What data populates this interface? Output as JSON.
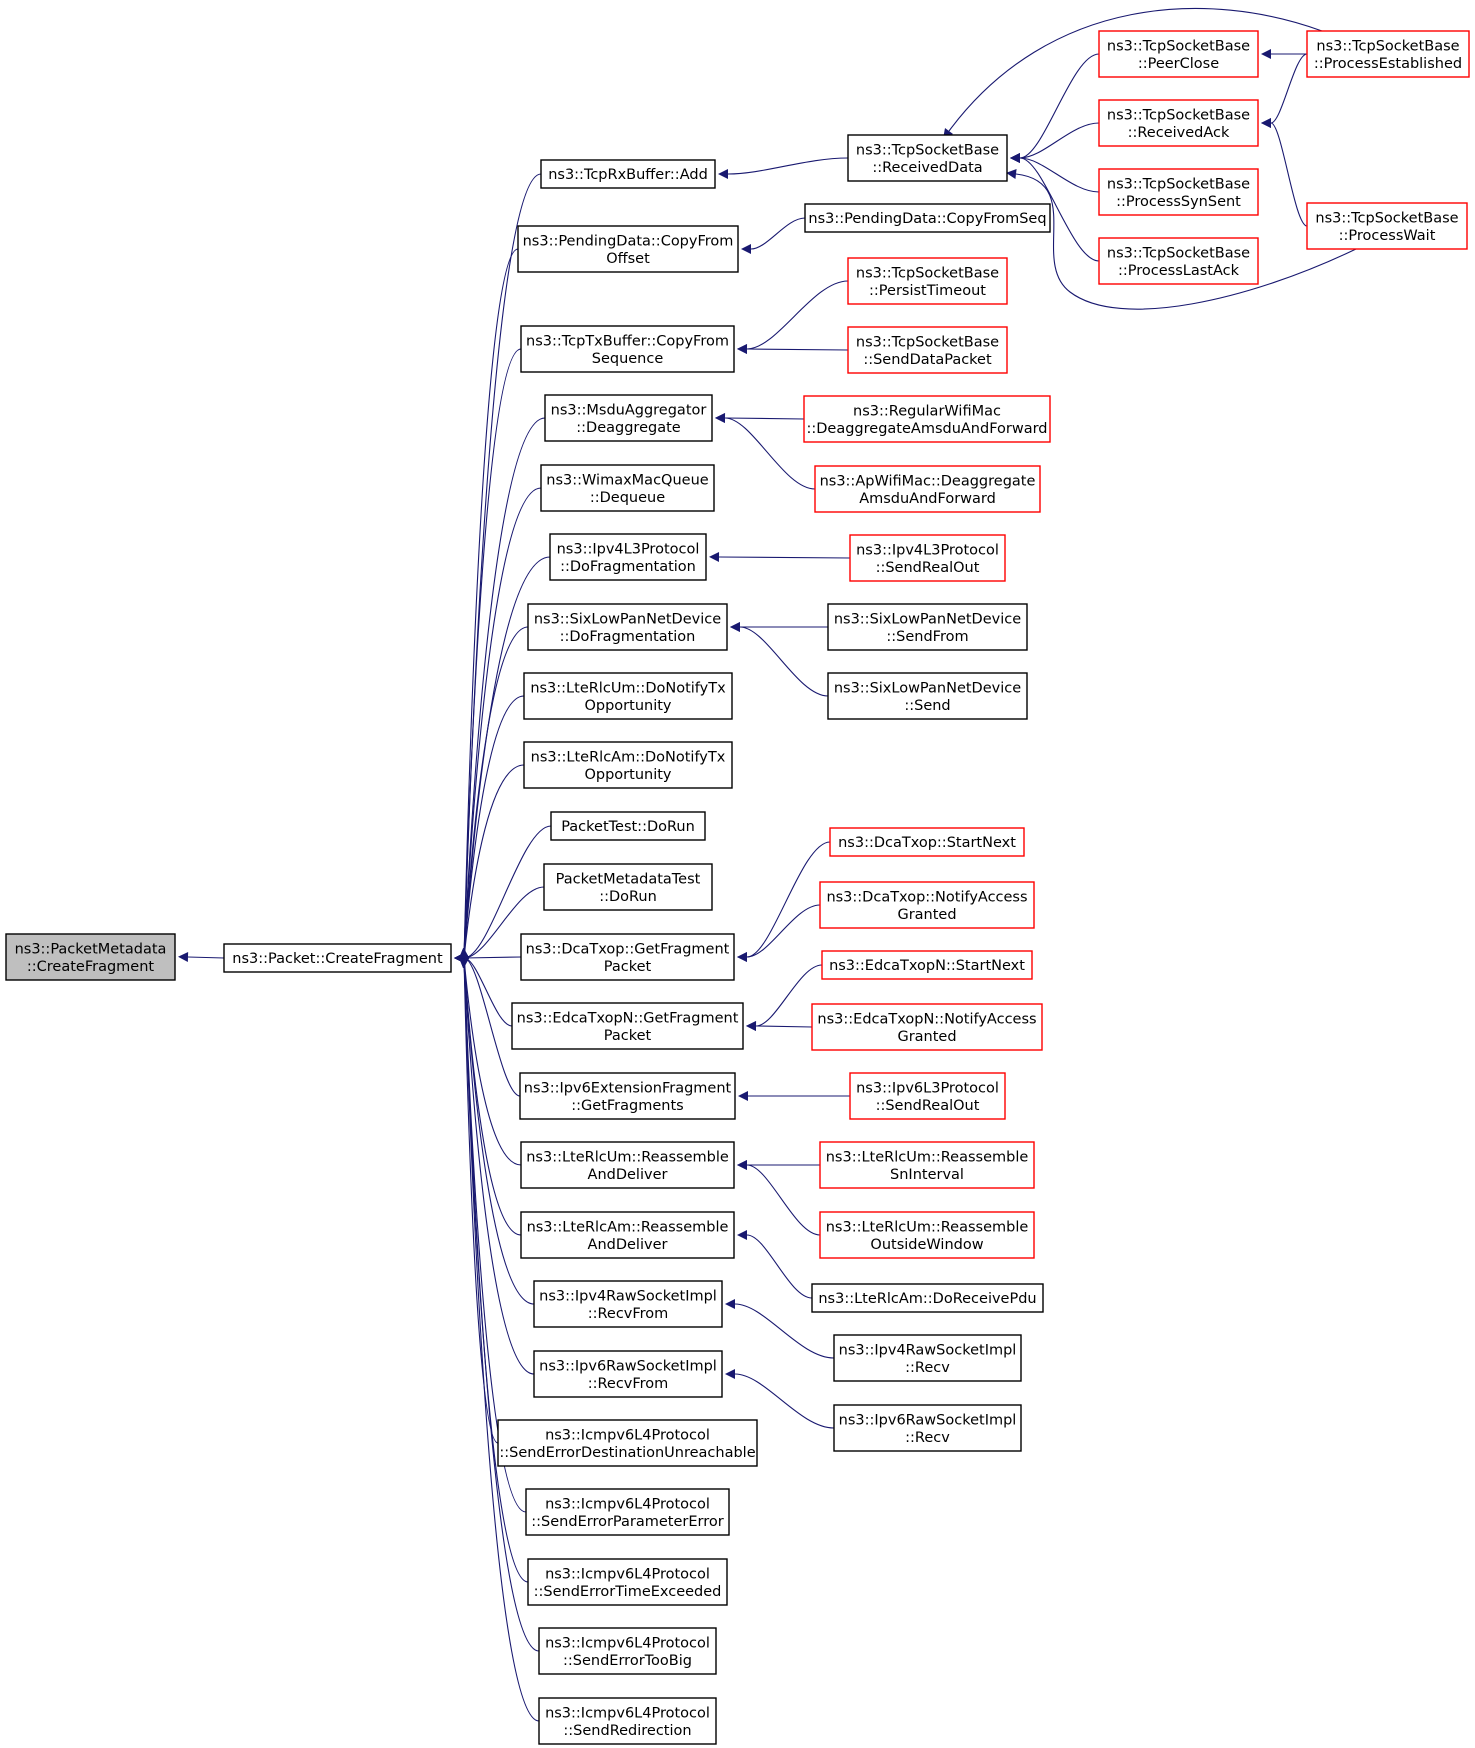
{
  "colors": {
    "edge": "#191970",
    "root_fill": "#bfbfbf",
    "node_fill": "#ffffff",
    "normal_border": "#000000",
    "truncated_border": "#ff0000"
  },
  "nodes": [
    {
      "id": "root",
      "lines": [
        "ns3::PacketMetadata",
        "::CreateFragment"
      ],
      "kind": "root"
    },
    {
      "id": "pkt_createfragment",
      "lines": [
        "ns3::Packet::CreateFragment"
      ],
      "kind": "normal"
    },
    {
      "id": "tcprx_add",
      "lines": [
        "ns3::TcpRxBuffer::Add"
      ],
      "kind": "normal"
    },
    {
      "id": "pending_copyfromoffset",
      "lines": [
        "ns3::PendingData::CopyFrom",
        "Offset"
      ],
      "kind": "normal"
    },
    {
      "id": "tcptx_copyfromseq",
      "lines": [
        "ns3::TcpTxBuffer::CopyFrom",
        "Sequence"
      ],
      "kind": "normal"
    },
    {
      "id": "msdu_deaggregate",
      "lines": [
        "ns3::MsduAggregator",
        "::Deaggregate"
      ],
      "kind": "normal"
    },
    {
      "id": "wimax_dequeue",
      "lines": [
        "ns3::WimaxMacQueue",
        "::Dequeue"
      ],
      "kind": "normal"
    },
    {
      "id": "ipv4l3_dofrag",
      "lines": [
        "ns3::Ipv4L3Protocol",
        "::DoFragmentation"
      ],
      "kind": "normal"
    },
    {
      "id": "sixlowpan_dofrag",
      "lines": [
        "ns3::SixLowPanNetDevice",
        "::DoFragmentation"
      ],
      "kind": "normal"
    },
    {
      "id": "lterlcum_donotify",
      "lines": [
        "ns3::LteRlcUm::DoNotifyTx",
        "Opportunity"
      ],
      "kind": "normal"
    },
    {
      "id": "lterlcam_donotify",
      "lines": [
        "ns3::LteRlcAm::DoNotifyTx",
        "Opportunity"
      ],
      "kind": "normal"
    },
    {
      "id": "packettest_dorun",
      "lines": [
        "PacketTest::DoRun"
      ],
      "kind": "normal"
    },
    {
      "id": "pmdtest_dorun",
      "lines": [
        "PacketMetadataTest",
        "::DoRun"
      ],
      "kind": "normal"
    },
    {
      "id": "dcatxop_getfrag",
      "lines": [
        "ns3::DcaTxop::GetFragment",
        "Packet"
      ],
      "kind": "normal"
    },
    {
      "id": "edcatxopn_getfrag",
      "lines": [
        "ns3::EdcaTxopN::GetFragment",
        "Packet"
      ],
      "kind": "normal"
    },
    {
      "id": "ipv6extfrag_getfrags",
      "lines": [
        "ns3::Ipv6ExtensionFragment",
        "::GetFragments"
      ],
      "kind": "normal"
    },
    {
      "id": "lterlcum_reassemble",
      "lines": [
        "ns3::LteRlcUm::Reassemble",
        "AndDeliver"
      ],
      "kind": "normal"
    },
    {
      "id": "lterlcam_reassemble",
      "lines": [
        "ns3::LteRlcAm::Reassemble",
        "AndDeliver"
      ],
      "kind": "normal"
    },
    {
      "id": "ipv4raw_recvfrom",
      "lines": [
        "ns3::Ipv4RawSocketImpl",
        "::RecvFrom"
      ],
      "kind": "normal"
    },
    {
      "id": "ipv6raw_recvfrom",
      "lines": [
        "ns3::Ipv6RawSocketImpl",
        "::RecvFrom"
      ],
      "kind": "normal"
    },
    {
      "id": "icmpv6_dest_unreach",
      "lines": [
        "ns3::Icmpv6L4Protocol",
        "::SendErrorDestinationUnreachable"
      ],
      "kind": "normal"
    },
    {
      "id": "icmpv6_param_error",
      "lines": [
        "ns3::Icmpv6L4Protocol",
        "::SendErrorParameterError"
      ],
      "kind": "normal"
    },
    {
      "id": "icmpv6_time_exceeded",
      "lines": [
        "ns3::Icmpv6L4Protocol",
        "::SendErrorTimeExceeded"
      ],
      "kind": "normal"
    },
    {
      "id": "icmpv6_too_big",
      "lines": [
        "ns3::Icmpv6L4Protocol",
        "::SendErrorTooBig"
      ],
      "kind": "normal"
    },
    {
      "id": "icmpv6_redirection",
      "lines": [
        "ns3::Icmpv6L4Protocol",
        "::SendRedirection"
      ],
      "kind": "normal"
    },
    {
      "id": "tcpsb_receiveddata",
      "lines": [
        "ns3::TcpSocketBase",
        "::ReceivedData"
      ],
      "kind": "normal"
    },
    {
      "id": "pending_copyfromseq",
      "lines": [
        "ns3::PendingData::CopyFromSeq"
      ],
      "kind": "normal"
    },
    {
      "id": "tcpsb_persisttimeout",
      "lines": [
        "ns3::TcpSocketBase",
        "::PersistTimeout"
      ],
      "kind": "truncated"
    },
    {
      "id": "tcpsb_senddatapacket",
      "lines": [
        "ns3::TcpSocketBase",
        "::SendDataPacket"
      ],
      "kind": "truncated"
    },
    {
      "id": "regwifimac_deagg",
      "lines": [
        "ns3::RegularWifiMac",
        "::DeaggregateAmsduAndForward"
      ],
      "kind": "truncated"
    },
    {
      "id": "apwifimac_deagg",
      "lines": [
        "ns3::ApWifiMac::Deaggregate",
        "AmsduAndForward"
      ],
      "kind": "truncated"
    },
    {
      "id": "ipv4l3_sendrealout",
      "lines": [
        "ns3::Ipv4L3Protocol",
        "::SendRealOut"
      ],
      "kind": "truncated"
    },
    {
      "id": "sixlowpan_sendfrom",
      "lines": [
        "ns3::SixLowPanNetDevice",
        "::SendFrom"
      ],
      "kind": "normal"
    },
    {
      "id": "sixlowpan_send",
      "lines": [
        "ns3::SixLowPanNetDevice",
        "::Send"
      ],
      "kind": "normal"
    },
    {
      "id": "dcatxop_startnext",
      "lines": [
        "ns3::DcaTxop::StartNext"
      ],
      "kind": "truncated"
    },
    {
      "id": "dcatxop_notifyaccess",
      "lines": [
        "ns3::DcaTxop::NotifyAccess",
        "Granted"
      ],
      "kind": "truncated"
    },
    {
      "id": "edcatxopn_startnext",
      "lines": [
        "ns3::EdcaTxopN::StartNext"
      ],
      "kind": "truncated"
    },
    {
      "id": "edcatxopn_notifyaccess",
      "lines": [
        "ns3::EdcaTxopN::NotifyAccess",
        "Granted"
      ],
      "kind": "truncated"
    },
    {
      "id": "ipv6l3_sendrealout",
      "lines": [
        "ns3::Ipv6L3Protocol",
        "::SendRealOut"
      ],
      "kind": "truncated"
    },
    {
      "id": "lterlcum_reasm_sninterval",
      "lines": [
        "ns3::LteRlcUm::Reassemble",
        "SnInterval"
      ],
      "kind": "truncated"
    },
    {
      "id": "lterlcum_reasm_outside",
      "lines": [
        "ns3::LteRlcUm::Reassemble",
        "OutsideWindow"
      ],
      "kind": "truncated"
    },
    {
      "id": "lterlcam_doreceivepdu",
      "lines": [
        "ns3::LteRlcAm::DoReceivePdu"
      ],
      "kind": "normal"
    },
    {
      "id": "ipv4raw_recv",
      "lines": [
        "ns3::Ipv4RawSocketImpl",
        "::Recv"
      ],
      "kind": "normal"
    },
    {
      "id": "ipv6raw_recv",
      "lines": [
        "ns3::Ipv6RawSocketImpl",
        "::Recv"
      ],
      "kind": "normal"
    },
    {
      "id": "tcpsb_peerclose",
      "lines": [
        "ns3::TcpSocketBase",
        "::PeerClose"
      ],
      "kind": "truncated"
    },
    {
      "id": "tcpsb_receivedack",
      "lines": [
        "ns3::TcpSocketBase",
        "::ReceivedAck"
      ],
      "kind": "truncated"
    },
    {
      "id": "tcpsb_processsynsent",
      "lines": [
        "ns3::TcpSocketBase",
        "::ProcessSynSent"
      ],
      "kind": "truncated"
    },
    {
      "id": "tcpsb_processlastack",
      "lines": [
        "ns3::TcpSocketBase",
        "::ProcessLastAck"
      ],
      "kind": "truncated"
    },
    {
      "id": "tcpsb_processestablished",
      "lines": [
        "ns3::TcpSocketBase",
        "::ProcessEstablished"
      ],
      "kind": "truncated"
    },
    {
      "id": "tcpsb_processwait",
      "lines": [
        "ns3::TcpSocketBase",
        "::ProcessWait"
      ],
      "kind": "truncated"
    }
  ],
  "edges": [
    {
      "from": "pkt_createfragment",
      "to": "root"
    },
    {
      "from": "tcprx_add",
      "to": "pkt_createfragment"
    },
    {
      "from": "pending_copyfromoffset",
      "to": "pkt_createfragment"
    },
    {
      "from": "tcptx_copyfromseq",
      "to": "pkt_createfragment"
    },
    {
      "from": "msdu_deaggregate",
      "to": "pkt_createfragment"
    },
    {
      "from": "wimax_dequeue",
      "to": "pkt_createfragment"
    },
    {
      "from": "ipv4l3_dofrag",
      "to": "pkt_createfragment"
    },
    {
      "from": "sixlowpan_dofrag",
      "to": "pkt_createfragment"
    },
    {
      "from": "lterlcum_donotify",
      "to": "pkt_createfragment"
    },
    {
      "from": "lterlcam_donotify",
      "to": "pkt_createfragment"
    },
    {
      "from": "packettest_dorun",
      "to": "pkt_createfragment"
    },
    {
      "from": "pmdtest_dorun",
      "to": "pkt_createfragment"
    },
    {
      "from": "dcatxop_getfrag",
      "to": "pkt_createfragment"
    },
    {
      "from": "edcatxopn_getfrag",
      "to": "pkt_createfragment"
    },
    {
      "from": "ipv6extfrag_getfrags",
      "to": "pkt_createfragment"
    },
    {
      "from": "lterlcum_reassemble",
      "to": "pkt_createfragment"
    },
    {
      "from": "lterlcam_reassemble",
      "to": "pkt_createfragment"
    },
    {
      "from": "ipv4raw_recvfrom",
      "to": "pkt_createfragment"
    },
    {
      "from": "ipv6raw_recvfrom",
      "to": "pkt_createfragment"
    },
    {
      "from": "icmpv6_dest_unreach",
      "to": "pkt_createfragment"
    },
    {
      "from": "icmpv6_param_error",
      "to": "pkt_createfragment"
    },
    {
      "from": "icmpv6_time_exceeded",
      "to": "pkt_createfragment"
    },
    {
      "from": "icmpv6_too_big",
      "to": "pkt_createfragment"
    },
    {
      "from": "icmpv6_redirection",
      "to": "pkt_createfragment"
    },
    {
      "from": "tcpsb_receiveddata",
      "to": "tcprx_add"
    },
    {
      "from": "pending_copyfromseq",
      "to": "pending_copyfromoffset"
    },
    {
      "from": "tcpsb_persisttimeout",
      "to": "tcptx_copyfromseq"
    },
    {
      "from": "tcpsb_senddatapacket",
      "to": "tcptx_copyfromseq"
    },
    {
      "from": "regwifimac_deagg",
      "to": "msdu_deaggregate"
    },
    {
      "from": "apwifimac_deagg",
      "to": "msdu_deaggregate"
    },
    {
      "from": "ipv4l3_sendrealout",
      "to": "ipv4l3_dofrag"
    },
    {
      "from": "sixlowpan_sendfrom",
      "to": "sixlowpan_dofrag"
    },
    {
      "from": "sixlowpan_send",
      "to": "sixlowpan_dofrag"
    },
    {
      "from": "dcatxop_startnext",
      "to": "dcatxop_getfrag"
    },
    {
      "from": "dcatxop_notifyaccess",
      "to": "dcatxop_getfrag"
    },
    {
      "from": "edcatxopn_startnext",
      "to": "edcatxopn_getfrag"
    },
    {
      "from": "edcatxopn_notifyaccess",
      "to": "edcatxopn_getfrag"
    },
    {
      "from": "ipv6l3_sendrealout",
      "to": "ipv6extfrag_getfrags"
    },
    {
      "from": "lterlcum_reasm_sninterval",
      "to": "lterlcum_reassemble"
    },
    {
      "from": "lterlcum_reasm_outside",
      "to": "lterlcum_reassemble"
    },
    {
      "from": "lterlcam_doreceivepdu",
      "to": "lterlcam_reassemble"
    },
    {
      "from": "ipv4raw_recv",
      "to": "ipv4raw_recvfrom"
    },
    {
      "from": "ipv6raw_recv",
      "to": "ipv6raw_recvfrom"
    },
    {
      "from": "tcpsb_peerclose",
      "to": "tcpsb_receiveddata"
    },
    {
      "from": "tcpsb_receivedack",
      "to": "tcpsb_receiveddata"
    },
    {
      "from": "tcpsb_processsynsent",
      "to": "tcpsb_receiveddata"
    },
    {
      "from": "tcpsb_processlastack",
      "to": "tcpsb_receiveddata"
    },
    {
      "from": "tcpsb_processestablished",
      "to": "tcpsb_receiveddata"
    },
    {
      "from": "tcpsb_processwait",
      "to": "tcpsb_receiveddata"
    },
    {
      "from": "tcpsb_processestablished",
      "to": "tcpsb_peerclose"
    },
    {
      "from": "tcpsb_processestablished",
      "to": "tcpsb_receivedack"
    },
    {
      "from": "tcpsb_processwait",
      "to": "tcpsb_receivedack"
    }
  ]
}
